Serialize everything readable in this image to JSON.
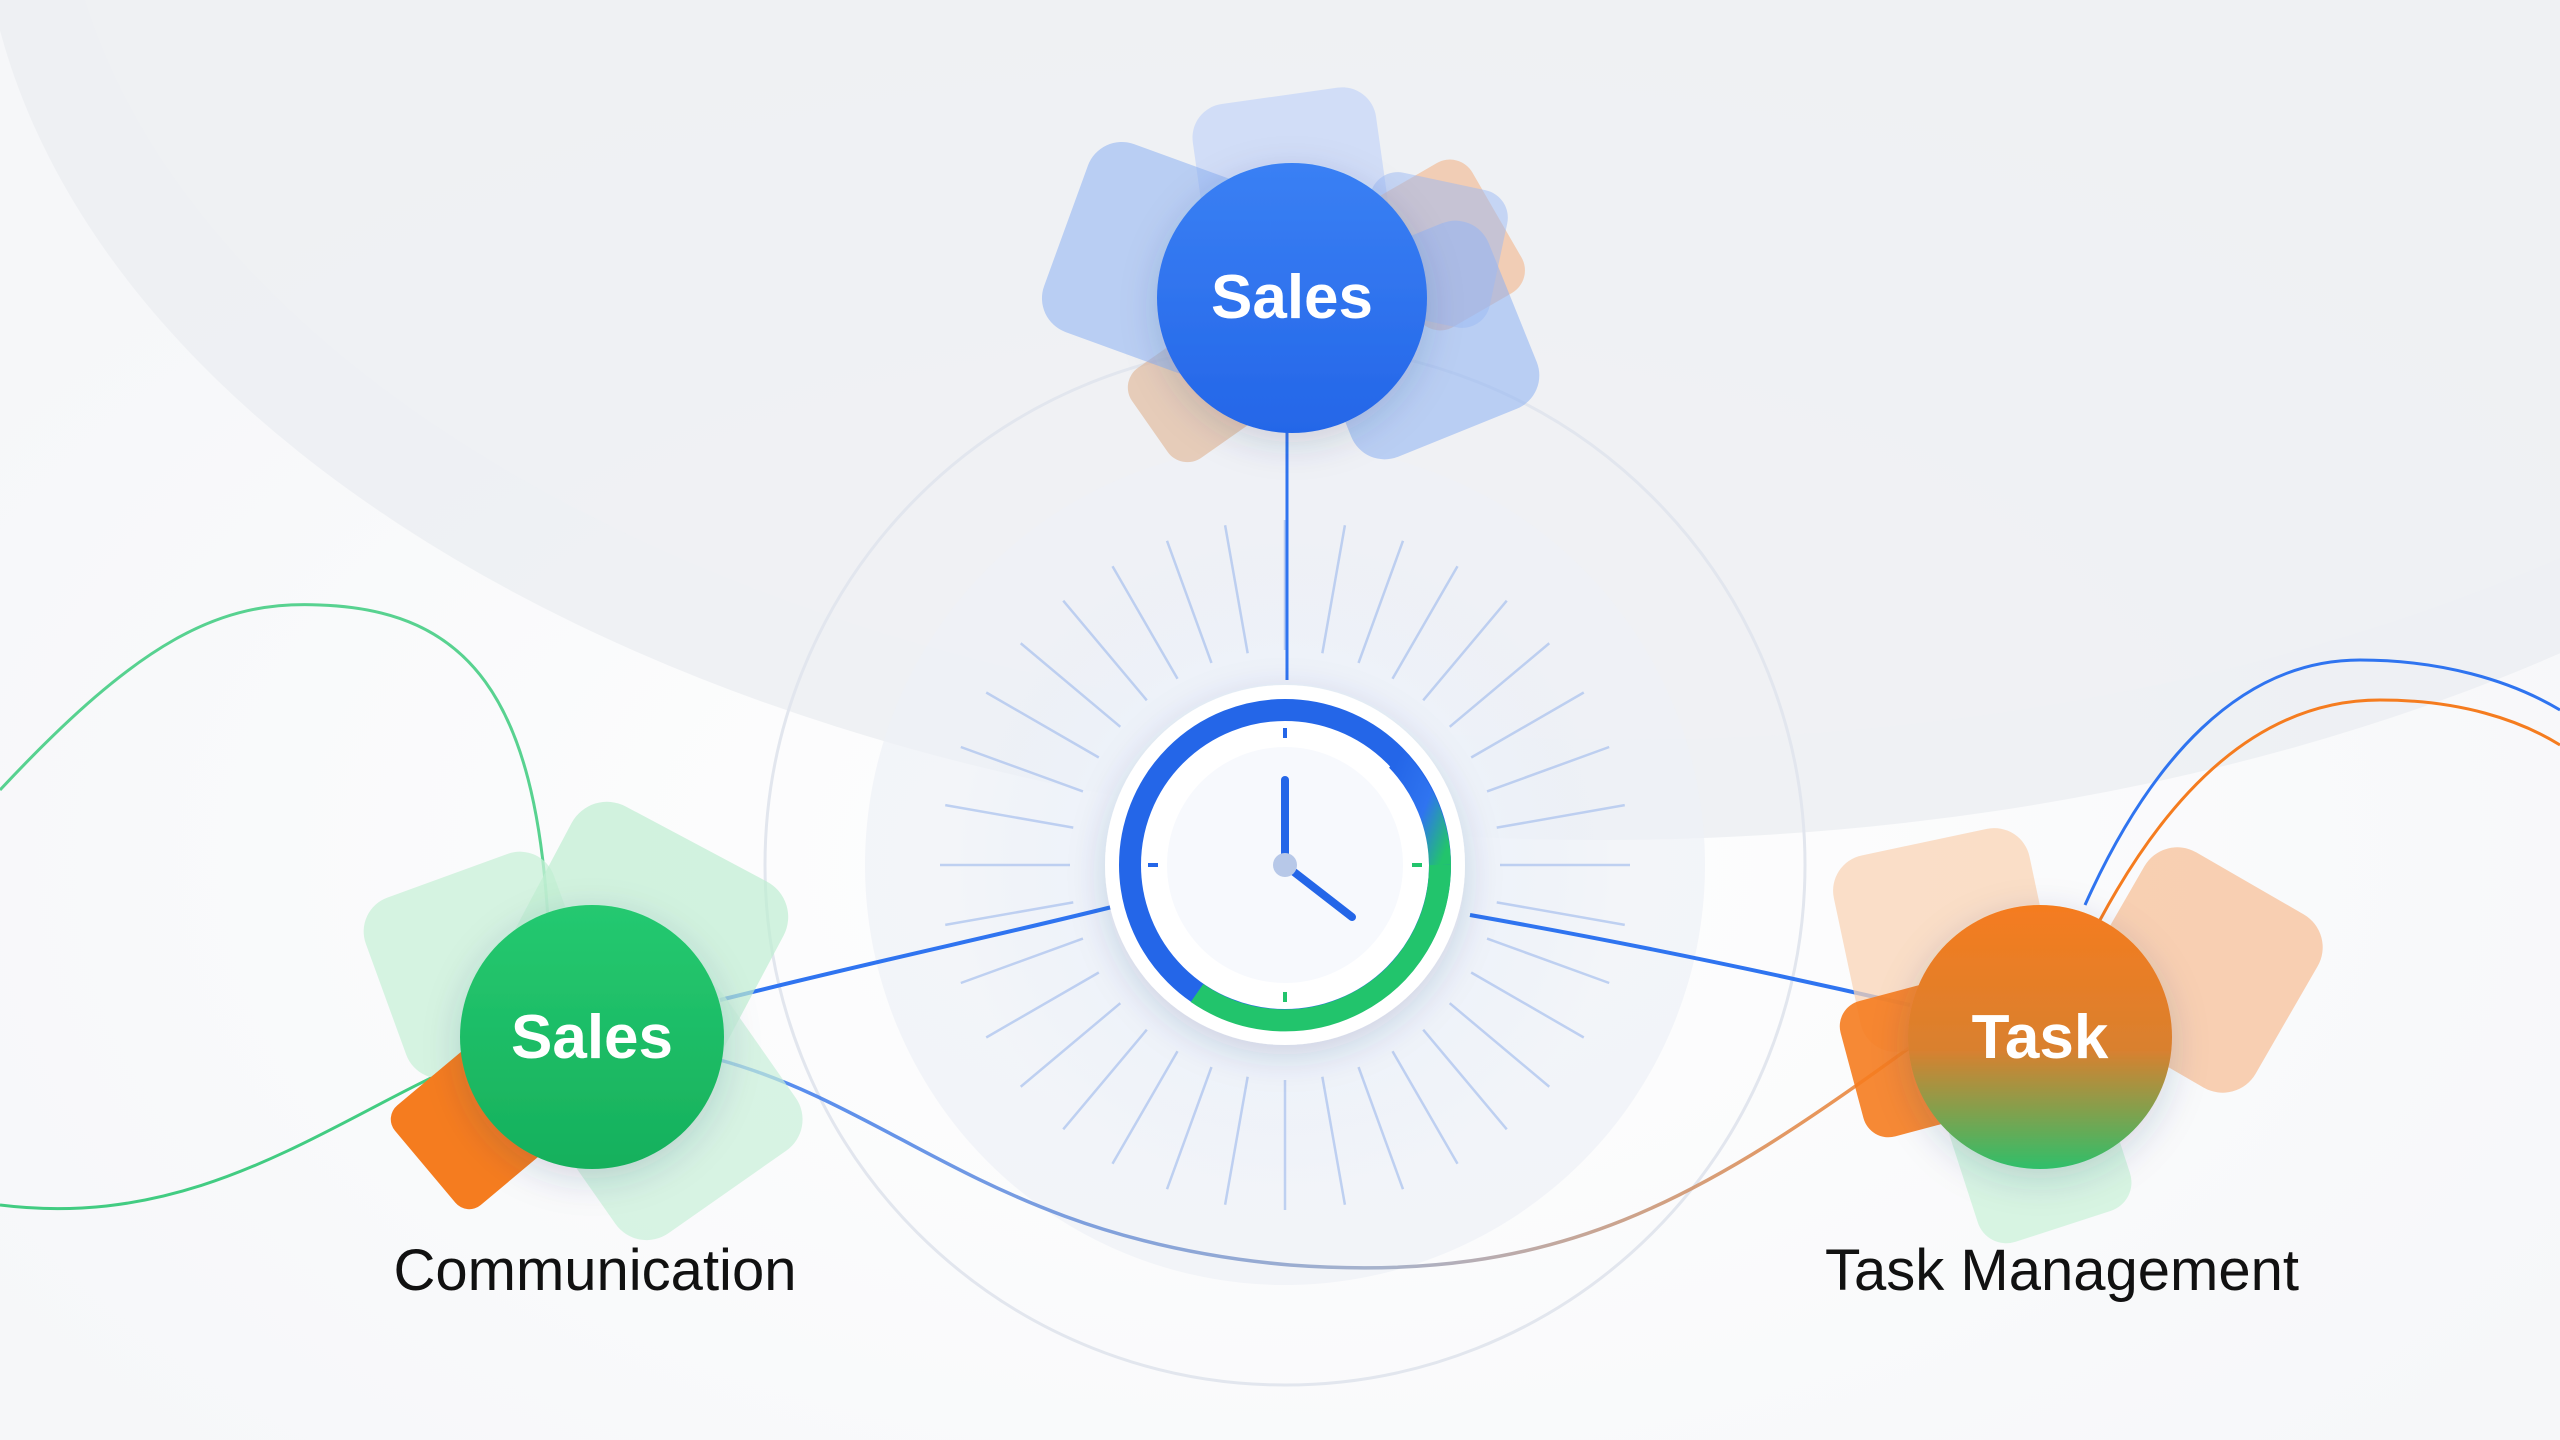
{
  "nodes": {
    "top": {
      "label": "Sales",
      "color": "#2f74f0"
    },
    "left": {
      "label": "Sales",
      "color": "#22c46c"
    },
    "right": {
      "label": "Task",
      "color": "#f57c1f"
    }
  },
  "captions": {
    "left": "Communication",
    "right": "Task Management"
  },
  "hub": {
    "icon": "clock-icon"
  },
  "colors": {
    "blue": "#2f74f0",
    "green": "#22c46c",
    "orange": "#f57c1f"
  }
}
